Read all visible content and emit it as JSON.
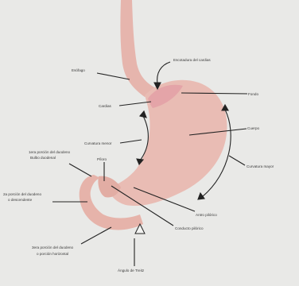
{
  "labels": {
    "esofago": "Esófago",
    "escotadura": "Escotadura del cardias",
    "fondo": "Fondo",
    "cardias": "Cardias",
    "cuerpo": "Cuerpo",
    "curvatura_menor": "Curvatura menor",
    "curvatura_mayor": "Curvatura mayor",
    "piloro": "Píloro",
    "duodeno_1_a": "1era porción del duodeno",
    "duodeno_1_b": "Bulbo duodenal",
    "duodeno_2_a": "2a porción del duodeno",
    "duodeno_2_b": "o descendente",
    "antro": "Antro pilórico",
    "conducto": "Conducto pilórico",
    "duodeno_3_a": "3era porción del duodeno",
    "duodeno_3_b": "o porción horizontal",
    "angulo": "Ángulo de Treitz"
  },
  "colors": {
    "background": "#e9e9e7",
    "stomach": "#e9bcb4",
    "stomach_dark": "#dda39b",
    "fundus_highlight": "#e3a0a6",
    "line": "#222222"
  }
}
